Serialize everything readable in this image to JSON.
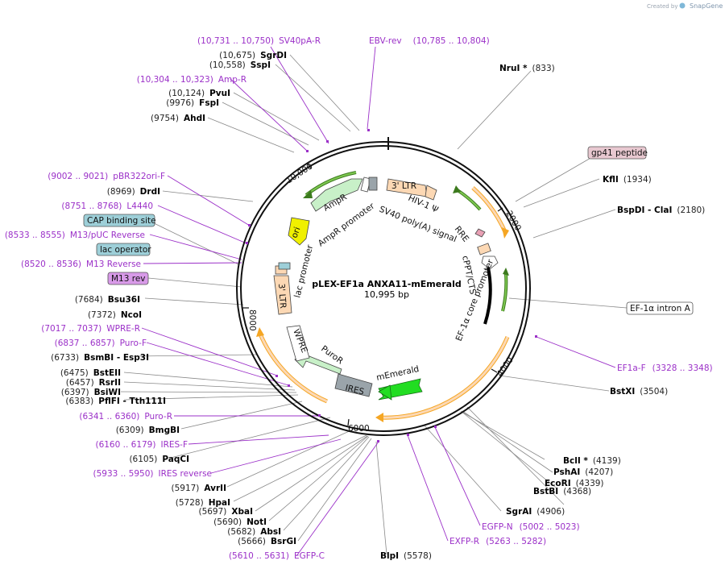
{
  "credit": {
    "created_by": "Created by",
    "brand": "SnapGene"
  },
  "center": {
    "title": "pLEX-EF1a ANXA11-mEmerald",
    "length": "10,995 bp"
  },
  "ticks": [
    {
      "label": "2000",
      "pos": 2000
    },
    {
      "label": "4000",
      "pos": 4000
    },
    {
      "label": "6000",
      "pos": 6000
    },
    {
      "label": "8000",
      "pos": 8000
    },
    {
      "label": "10,000",
      "pos": 10000
    }
  ],
  "sites_right": [
    {
      "name": "NruI *",
      "pos": "(833)"
    },
    {
      "name": "KflI",
      "pos": "(1934)"
    },
    {
      "name": "BspDI - ClaI",
      "pos": "(2180)"
    },
    {
      "name": "BstXI",
      "pos": "(3504)"
    },
    {
      "name": "BclI *",
      "pos": "(4139)"
    },
    {
      "name": "PshAI",
      "pos": "(4207)"
    },
    {
      "name": "EcoRI",
      "pos": "(4339)"
    },
    {
      "name": "BstBI",
      "pos": "(4368)"
    },
    {
      "name": "SgrAI",
      "pos": "(4906)"
    },
    {
      "name": "BlpI",
      "pos": "(5578)"
    }
  ],
  "sites_left": [
    {
      "name": "SgrDI",
      "pos": "(10,675)"
    },
    {
      "name": "SspI",
      "pos": "(10,558)"
    },
    {
      "name": "PvuI",
      "pos": "(10,124)"
    },
    {
      "name": "FspI",
      "pos": "(9976)"
    },
    {
      "name": "AhdI",
      "pos": "(9754)"
    },
    {
      "name": "DrdI",
      "pos": "(8969)"
    },
    {
      "name": "Bsu36I",
      "pos": "(7684)"
    },
    {
      "name": "NcoI",
      "pos": "(7372)"
    },
    {
      "name": "BsmBI - Esp3I",
      "pos": "(6733)"
    },
    {
      "name": "BstEII",
      "pos": "(6475)"
    },
    {
      "name": "RsrII",
      "pos": "(6457)"
    },
    {
      "name": "BsiWI",
      "pos": "(6397)"
    },
    {
      "name": "PflFI - Tth111I",
      "pos": "(6383)"
    },
    {
      "name": "BmgBI",
      "pos": "(6309)"
    },
    {
      "name": "PaqCI",
      "pos": "(6105)"
    },
    {
      "name": "AvrII",
      "pos": "(5917)"
    },
    {
      "name": "HpaI",
      "pos": "(5728)"
    },
    {
      "name": "XbaI",
      "pos": "(5697)"
    },
    {
      "name": "NotI",
      "pos": "(5690)"
    },
    {
      "name": "AbsI",
      "pos": "(5682)"
    },
    {
      "name": "BsrGI",
      "pos": "(5666)"
    }
  ],
  "primers": [
    {
      "name": "SV40pA-R",
      "range": "(10,731 .. 10,750)"
    },
    {
      "name": "EBV-rev",
      "range": "(10,785 .. 10,804)"
    },
    {
      "name": "Amp-R",
      "range": "(10,304 .. 10,323)"
    },
    {
      "name": "pBR322ori-F",
      "range": "(9002 .. 9021)"
    },
    {
      "name": "L4440",
      "range": "(8751 .. 8768)"
    },
    {
      "name": "M13/pUC Reverse",
      "range": "(8533 .. 8555)"
    },
    {
      "name": "M13 Reverse",
      "range": "(8520 .. 8536)"
    },
    {
      "name": "WPRE-R",
      "range": "(7017 .. 7037)"
    },
    {
      "name": "Puro-F",
      "range": "(6837 .. 6857)"
    },
    {
      "name": "Puro-R",
      "range": "(6341 .. 6360)"
    },
    {
      "name": "IRES-F",
      "range": "(6160 .. 6179)"
    },
    {
      "name": "IRES reverse",
      "range": "(5933 .. 5950)"
    },
    {
      "name": "EGFP-C",
      "range": "(5610 .. 5631)"
    },
    {
      "name": "EF1a-F",
      "range": "(3328 .. 3348)"
    },
    {
      "name": "EGFP-N",
      "range": "(5002 .. 5023)"
    },
    {
      "name": "EXFP-R",
      "range": "(5263 .. 5282)"
    }
  ],
  "boxed_labels": [
    {
      "text": "gp41 peptide",
      "fill": "#e8c8d0"
    },
    {
      "text": "EF-1α intron A",
      "fill": "#ffffff"
    },
    {
      "text": "CAP binding site",
      "fill": "#9dcfd8"
    },
    {
      "text": "lac operator",
      "fill": "#9dcfd8"
    },
    {
      "text": "M13 rev",
      "fill": "#d89ae8"
    }
  ],
  "features": [
    {
      "text": "3' LTR"
    },
    {
      "text": "HIV-1 Ψ"
    },
    {
      "text": "SV40 poly(A) signal"
    },
    {
      "text": "RRE"
    },
    {
      "text": "cPPT/CTS"
    },
    {
      "text": "EF-1α core promoter"
    },
    {
      "text": "mEmerald"
    },
    {
      "text": "IRES"
    },
    {
      "text": "PuroR"
    },
    {
      "text": "WPRE"
    },
    {
      "text": "3' LTR"
    },
    {
      "text": "lac promoter"
    },
    {
      "text": "ori"
    },
    {
      "text": "AmpR"
    },
    {
      "text": "AmpR promoter"
    }
  ],
  "colors": {
    "primer": "#9b30c8",
    "orange_feature": "#f5a623",
    "green_arrow": "#7ec850",
    "mEmerald": "#22dd22",
    "ori": "#f0f000",
    "ltr": "#fcd8b4"
  }
}
